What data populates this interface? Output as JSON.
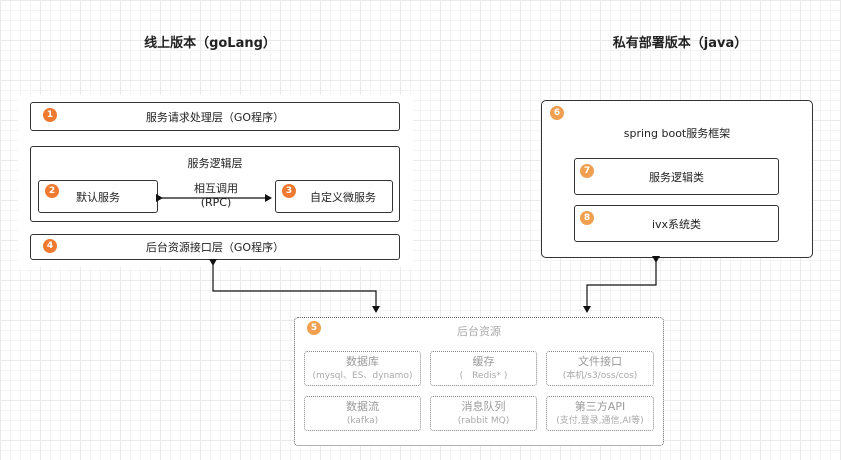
{
  "left": {
    "title": "线上版本（goLang）",
    "service_layer": {
      "num": "1",
      "label": "服务请求处理层（GO程序）"
    },
    "logic_layer": {
      "label": "服务逻辑层",
      "default_service": {
        "num": "2",
        "label": "默认服务"
      },
      "custom_service": {
        "num": "3",
        "label": "自定义微服务"
      },
      "call": {
        "line1": "相互调用",
        "line2": "(RPC)"
      }
    },
    "backend_layer": {
      "num": "4",
      "label": "后台资源接口层（GO程序）"
    }
  },
  "right": {
    "title": "私有部署版本（java）",
    "framework": {
      "num": "6",
      "label": "spring boot服务框架"
    },
    "logic_class": {
      "num": "7",
      "label": "服务逻辑类"
    },
    "ivx_class": {
      "num": "8",
      "label": "ivx系统类"
    }
  },
  "resources": {
    "num": "5",
    "title": "后台资源",
    "cells": [
      {
        "main": "数据库",
        "sub": "(mysql、ES、dynamo)"
      },
      {
        "main": "缓存",
        "sub": "(　Redis* )"
      },
      {
        "main": "文件接口",
        "sub": "(本机/s3/oss/cos)"
      },
      {
        "main": "数据流",
        "sub": "(kafka)"
      },
      {
        "main": "消息队列",
        "sub": "(rabbit MQ)"
      },
      {
        "main": "第三方API",
        "sub": "(支付,登录,通信,AI等)"
      }
    ]
  },
  "colors": {
    "badge_red": "#f07a30",
    "badge_orange": "#f0a050"
  }
}
